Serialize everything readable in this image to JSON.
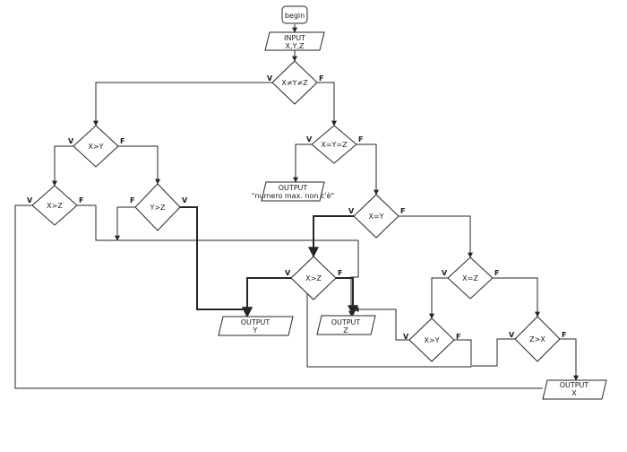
{
  "flowchart": {
    "start": "begin",
    "input": {
      "title": "INPUT",
      "vars": "X,Y,Z"
    },
    "true_label": "V",
    "false_label": "F",
    "decisions": {
      "all_different": "X≠Y≠Z",
      "x_gt_y": "X>Y",
      "x_eq_y_eq_z": "X=Y=Z",
      "x_gt_z_left": "X>Z",
      "y_gt_z": "Y>Z",
      "x_eq_y": "X=Y",
      "x_gt_z_mid": "X>Z",
      "x_eq_z": "X=Z",
      "x_gt_y_low": "X>Y",
      "z_gt_x": "Z>X"
    },
    "outputs": {
      "no_max": {
        "title": "OUTPUT",
        "text": "\"numero max. non c'è\""
      },
      "y": {
        "title": "OUTPUT",
        "text": "Y"
      },
      "z": {
        "title": "OUTPUT",
        "text": "Z"
      },
      "x": {
        "title": "OUTPUT",
        "text": "X"
      }
    }
  }
}
